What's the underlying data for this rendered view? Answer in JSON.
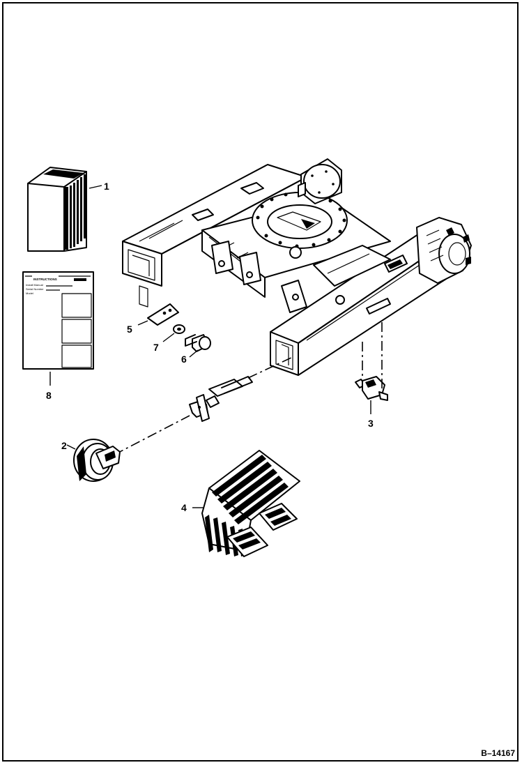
{
  "callouts": {
    "c1": "1",
    "c2": "2",
    "c3": "3",
    "c4": "4",
    "c5": "5",
    "c6": "6",
    "c7": "7",
    "c8": "8"
  },
  "manual": {
    "heading": "INSTRUCTIONS",
    "line1": "Install Manual",
    "line2": "Serial Number",
    "line3": "Model"
  },
  "reference_code": "B–14167",
  "colors": {
    "ink": "#000000",
    "paper": "#ffffff"
  }
}
